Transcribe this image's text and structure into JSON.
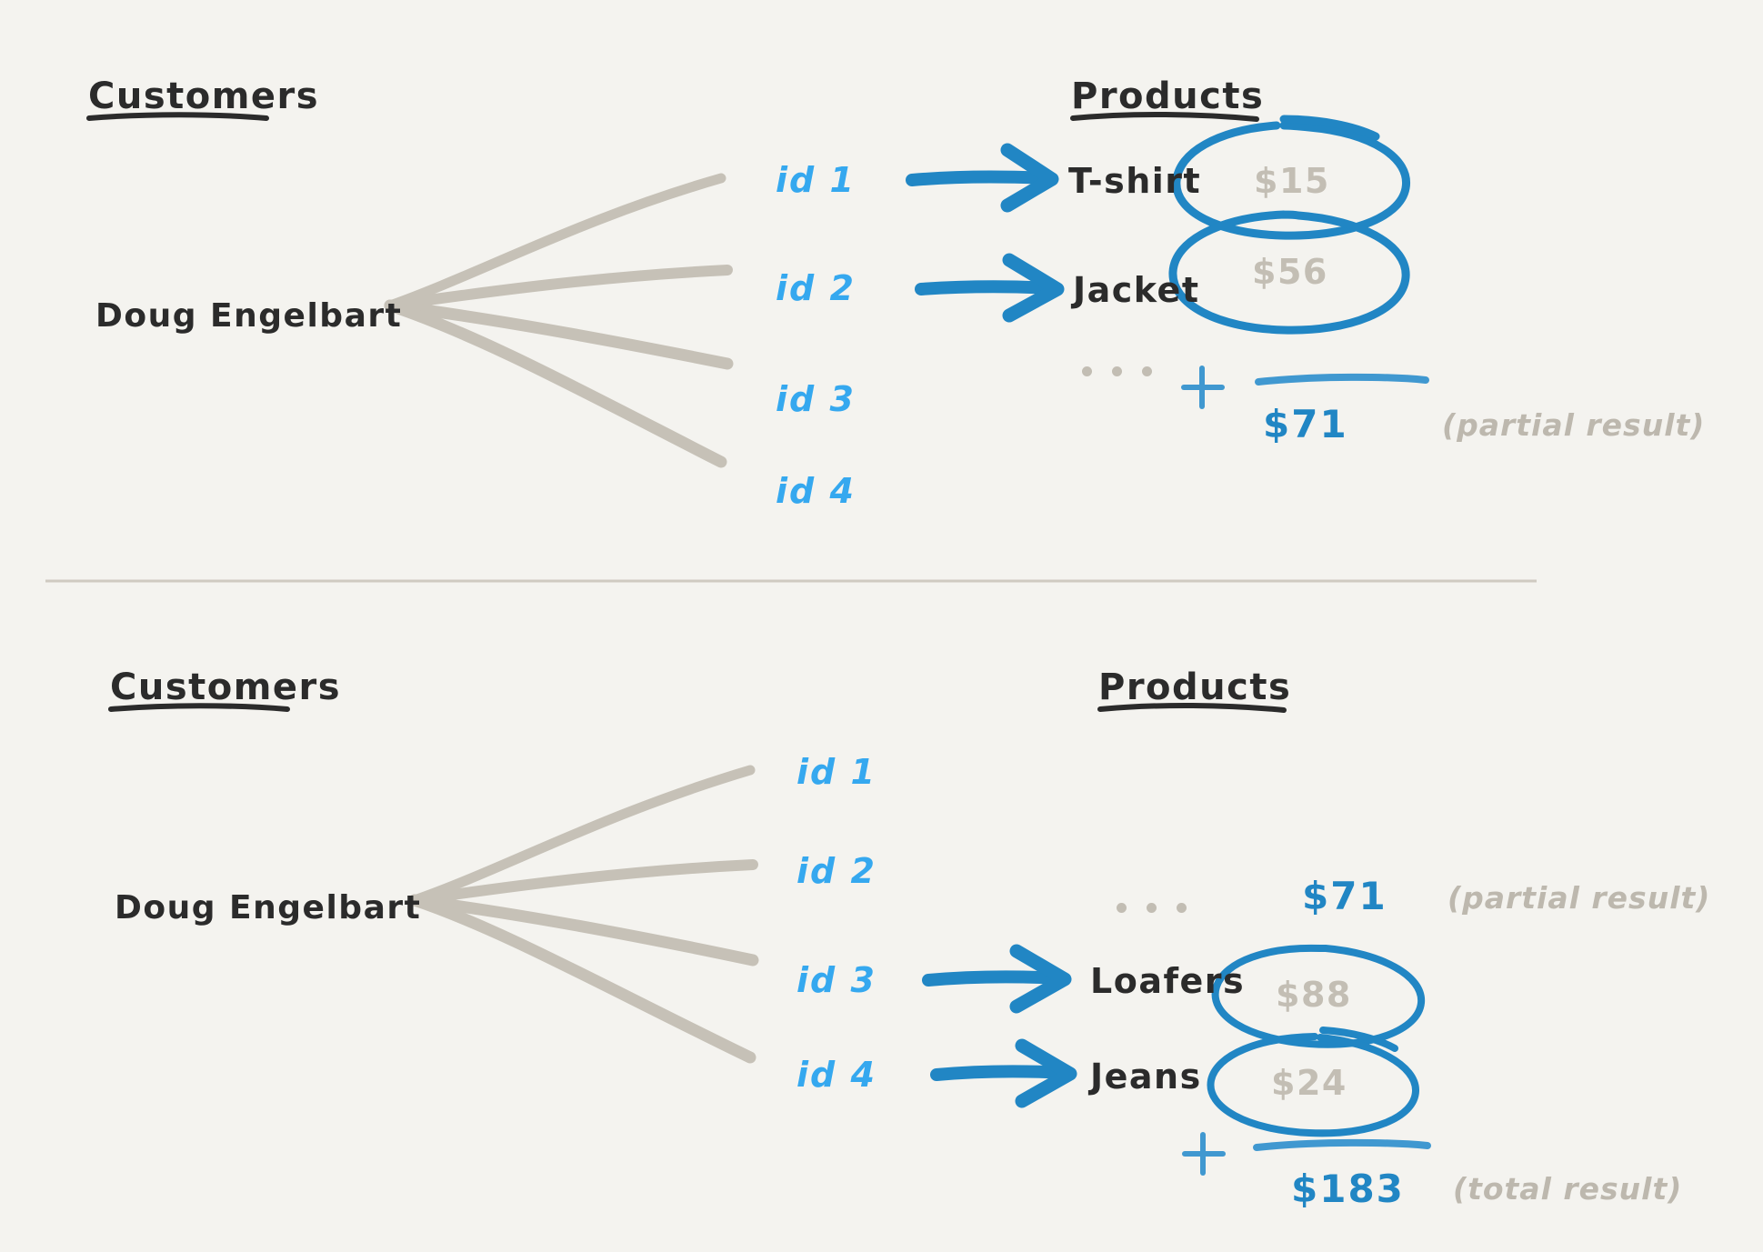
{
  "background_color": "#f4f3ef",
  "palette": {
    "ink_dark": "#2b2b2b",
    "id_blue": "#35a8ef",
    "accent_blue": "#2186c4",
    "muted_gray": "#c3beb4",
    "divider_gray": "#cfcac1"
  },
  "panels": [
    {
      "id": "top-panel",
      "customers_heading": "Customers",
      "products_heading": "Products",
      "customer_name": "Doug Engelbart",
      "id_labels": [
        "id 1",
        "id 2",
        "id 3",
        "id 4"
      ],
      "rows": [
        {
          "id_label": "id 1",
          "product": "T-shirt",
          "price": "$15",
          "circled": true,
          "has_arrow": true
        },
        {
          "id_label": "id 2",
          "product": "Jacket",
          "price": "$56",
          "circled": true,
          "has_arrow": true
        },
        {
          "id_label": "id 3",
          "product": "",
          "price": "",
          "circled": false,
          "has_arrow": false
        },
        {
          "id_label": "id 4",
          "product": "",
          "price": "",
          "circled": false,
          "has_arrow": false
        }
      ],
      "ellipsis": "...",
      "plus_sign": "+",
      "sum_value": "$71",
      "sum_note": "(partial result)"
    },
    {
      "id": "bottom-panel",
      "customers_heading": "Customers",
      "products_heading": "Products",
      "customer_name": "Doug Engelbart",
      "id_labels": [
        "id 1",
        "id 2",
        "id 3",
        "id 4"
      ],
      "carried_value": "$71",
      "carried_note": "(partial result)",
      "rows": [
        {
          "id_label": "id 1",
          "product": "",
          "price": "",
          "circled": false,
          "has_arrow": false
        },
        {
          "id_label": "id 2",
          "product": "",
          "price": "",
          "circled": false,
          "has_arrow": false
        },
        {
          "id_label": "id 3",
          "product": "Loafers",
          "price": "$88",
          "circled": true,
          "has_arrow": true
        },
        {
          "id_label": "id 4",
          "product": "Jeans",
          "price": "$24",
          "circled": true,
          "has_arrow": true
        }
      ],
      "ellipsis": "...",
      "plus_sign": "+",
      "sum_value": "$183",
      "sum_note": "(total result)"
    }
  ]
}
